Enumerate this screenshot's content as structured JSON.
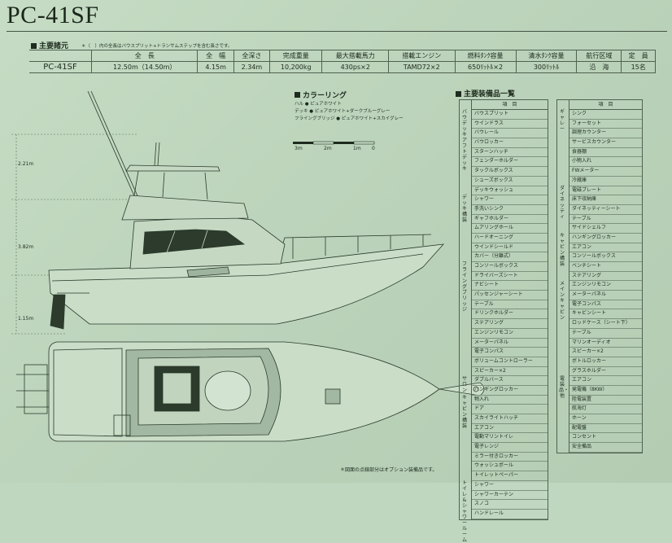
{
  "title": "PC-41SF",
  "spec": {
    "heading": "主要諸元",
    "note": "＊（　）内の全長はバウスプリット+トランサムステップを含む長さです。",
    "headers": [
      "全　長",
      "全　幅",
      "全深さ",
      "完成重量",
      "最大搭載馬力",
      "搭載エンジン",
      "燃料ﾀﾝｸ容量",
      "清水ﾀﾝｸ容量",
      "航行区域",
      "定　員"
    ],
    "model": "PC-41SF",
    "values": [
      "12.50m（14.50m）",
      "4.15m",
      "2.34m",
      "10,200kg",
      "430ps×2",
      "TAMD72×2",
      "650ﾘｯﾄﾙ×2",
      "300ﾘｯﾄﾙ",
      "沿　海",
      "15名"
    ]
  },
  "color_ring": {
    "heading": "カラーリング",
    "lines": [
      "ハル ● ピュアホワイト",
      "デッキ ● ピュアホワイト+ダークブルーグレー",
      "フライングブリッジ ● ピュアホワイト+スカイグレー"
    ]
  },
  "scale": {
    "labels": [
      "3m",
      "2m",
      "1m",
      "0"
    ]
  },
  "dimensions": {
    "h1": "2.21m",
    "h2": "3.82m",
    "h3": "1.15m"
  },
  "equipment": {
    "heading": "主要装備品一覧",
    "col_header": "項　目",
    "left_categories": [
      {
        "label": "バウデッキ",
        "rows": [
          0,
          2
        ]
      },
      {
        "label": "アフトデッキ",
        "rows": [
          3,
          8
        ]
      },
      {
        "label": "デッキ構装",
        "rows": [
          9,
          15
        ]
      },
      {
        "label": "フライングブリッジ",
        "rows": [
          16,
          27
        ]
      },
      {
        "label": "サロン",
        "rows": [
          28,
          29
        ]
      },
      {
        "label": "キャビン構装",
        "rows": [
          30,
          38
        ]
      },
      {
        "label": "トイレ&シャワールーム",
        "rows": [
          39,
          46
        ]
      }
    ],
    "left_items": [
      "バウスプリット",
      "ウインドラス",
      "バウレール",
      "バウロッカー",
      "スターンハッチ",
      "フェンダーホルダー",
      "タックルボックス",
      "シューズボックス",
      "デッキウォッシュ",
      "シャワー",
      "手洗いシンク",
      "ギャフホルダー",
      "ムアリングホール",
      "ハードオーニング",
      "ウインドシールド",
      "カバー（分離式）",
      "コンソールボックス",
      "ドライバーズシート",
      "ナビシート",
      "パッセンジャーシート",
      "テーブル",
      "ドリンクホルダー",
      "ステアリング",
      "エンジンリモコン",
      "メーターパネル",
      "電子コンパス",
      "ボリュームコントローラー",
      "スピーカー×2",
      "ダブルバース",
      "ハンギングロッカー",
      "物入れ",
      "ドア",
      "スカイライトハッチ",
      "エアコン",
      "電動マリントイレ",
      "電子レンジ",
      "ミラー付きロッカー",
      "ウォッシュボール",
      "トイレットペーパー",
      "シャワー",
      "シャワーカーテン",
      "スノコ",
      "ハンドレール"
    ],
    "right_categories": [
      {
        "label": "ギャレー",
        "rows": [
          0,
          7
        ]
      },
      {
        "label": "ダイネッティ",
        "rows": [
          8,
          12
        ]
      },
      {
        "label": "キャビン構装",
        "rows": [
          13,
          17
        ]
      },
      {
        "label": "メインキャビン",
        "rows": [
          18,
          27
        ]
      },
      {
        "label": "電装品・他",
        "rows": [
          28,
          35
        ]
      }
    ],
    "right_items": [
      "シンク",
      "フォーセット",
      "調理カウンター",
      "サービスカウンター",
      "食器棚",
      "小物入れ",
      "FWメーター",
      "冷蔵庫",
      "電磁プレート",
      "床下収納庫",
      "ダイネッティーシート",
      "テーブル",
      "サイドシェルフ",
      "ハンギングロッカー",
      "エアコン",
      "コンソールボックス",
      "ベンチシート",
      "ステアリング",
      "エンジンリモコン",
      "メーターパネル",
      "電子コンパス",
      "キャビンシート",
      "ロッドケース（シート下）",
      "テーブル",
      "マリンオーディオ",
      "スピーカー×2",
      "ボトルロッカー",
      "グラスホルダー",
      "エアコン",
      "発電機（8KW）",
      "陸電装置",
      "航海灯",
      "ホーン",
      "配電盤",
      "コンセント",
      "安全備品"
    ]
  },
  "footnote": "＊図面の点線部分はオプション装備品です。",
  "colors": {
    "paper": "#bfd6bf",
    "ink": "#1d2b1d",
    "line": "#4f624f"
  }
}
